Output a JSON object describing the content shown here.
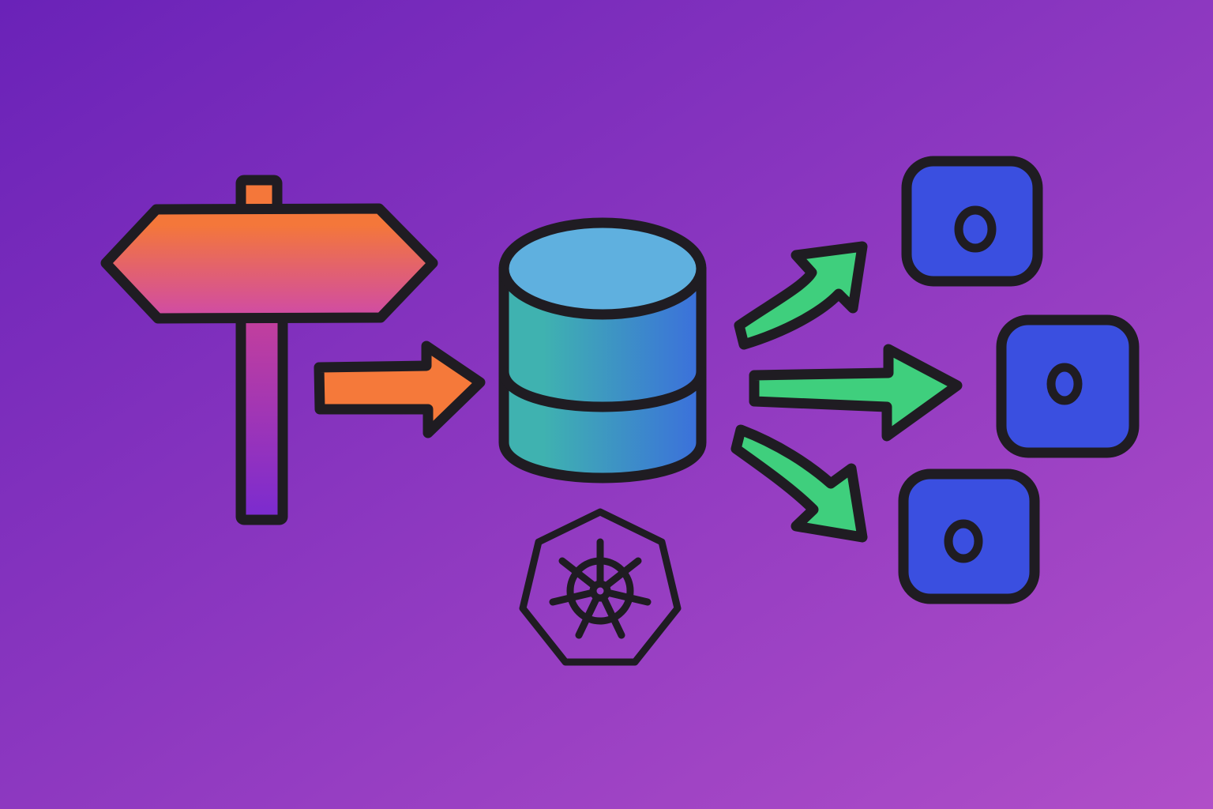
{
  "colors": {
    "background_start": "#6a22b8",
    "background_end": "#b04ec8",
    "outline": "#1f1c22",
    "sign_top": "#f4773a",
    "sign_bottom": "#cf4aa8",
    "post_top": "#c6409a",
    "post_bottom": "#7a2bd0",
    "input_arrow": "#f5793a",
    "db_light": "#5fb0df",
    "db_teal": "#3fb2b0",
    "db_blue": "#3b6fdc",
    "output_arrow": "#3fcf7d",
    "node_fill": "#3a4fe0",
    "node_eye": "#3a4fe0"
  },
  "diagram": {
    "elements": [
      {
        "id": "signpost",
        "icon": "signpost-icon"
      },
      {
        "id": "ingress-arrow",
        "icon": "arrow-right-icon"
      },
      {
        "id": "database",
        "icon": "database-cylinder-icon"
      },
      {
        "id": "kubernetes",
        "icon": "kubernetes-helm-icon"
      },
      {
        "id": "fanout-arrows",
        "icon": "arrow-icon",
        "count": 3
      },
      {
        "id": "pods",
        "icon": "pod-node-icon",
        "count": 3
      }
    ]
  }
}
